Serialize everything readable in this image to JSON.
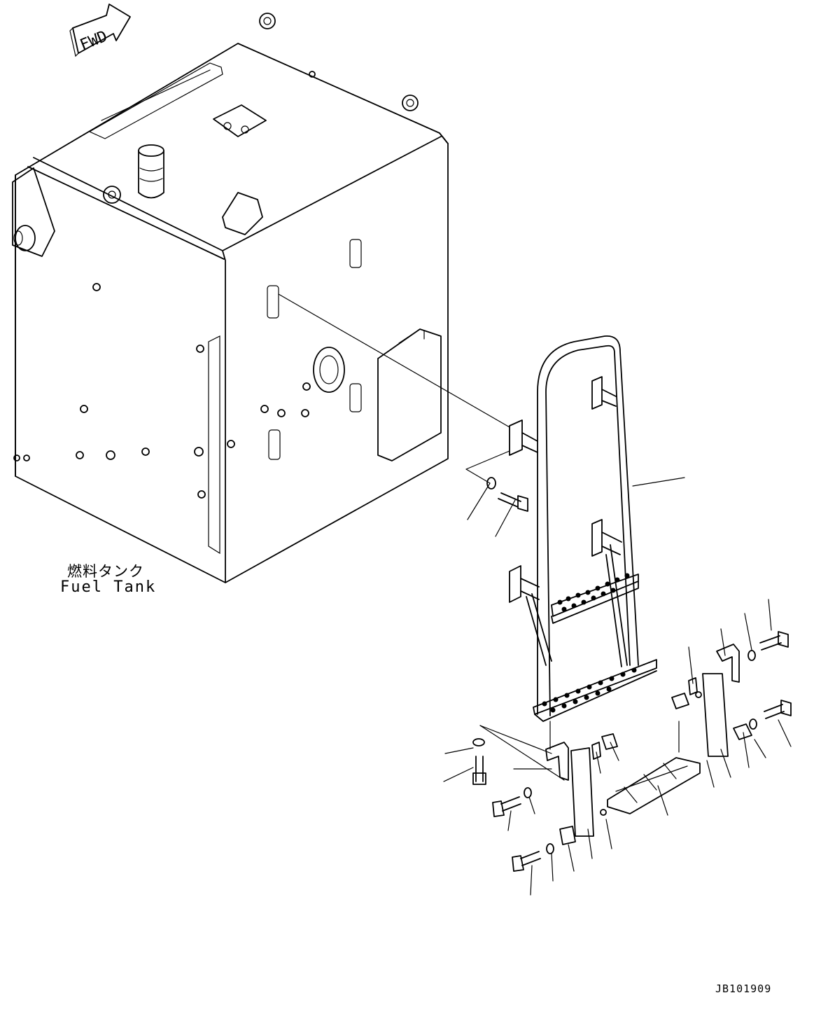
{
  "diagram": {
    "direction_arrow": {
      "label": "FWD",
      "icon": "forward-arrow-icon"
    },
    "fuel_tank": {
      "label_jp": "燃料タンク",
      "label_en": "Fuel Tank"
    },
    "ladder": {
      "icon": "ladder-assembly-icon"
    },
    "drawing_id": "JB101909"
  }
}
